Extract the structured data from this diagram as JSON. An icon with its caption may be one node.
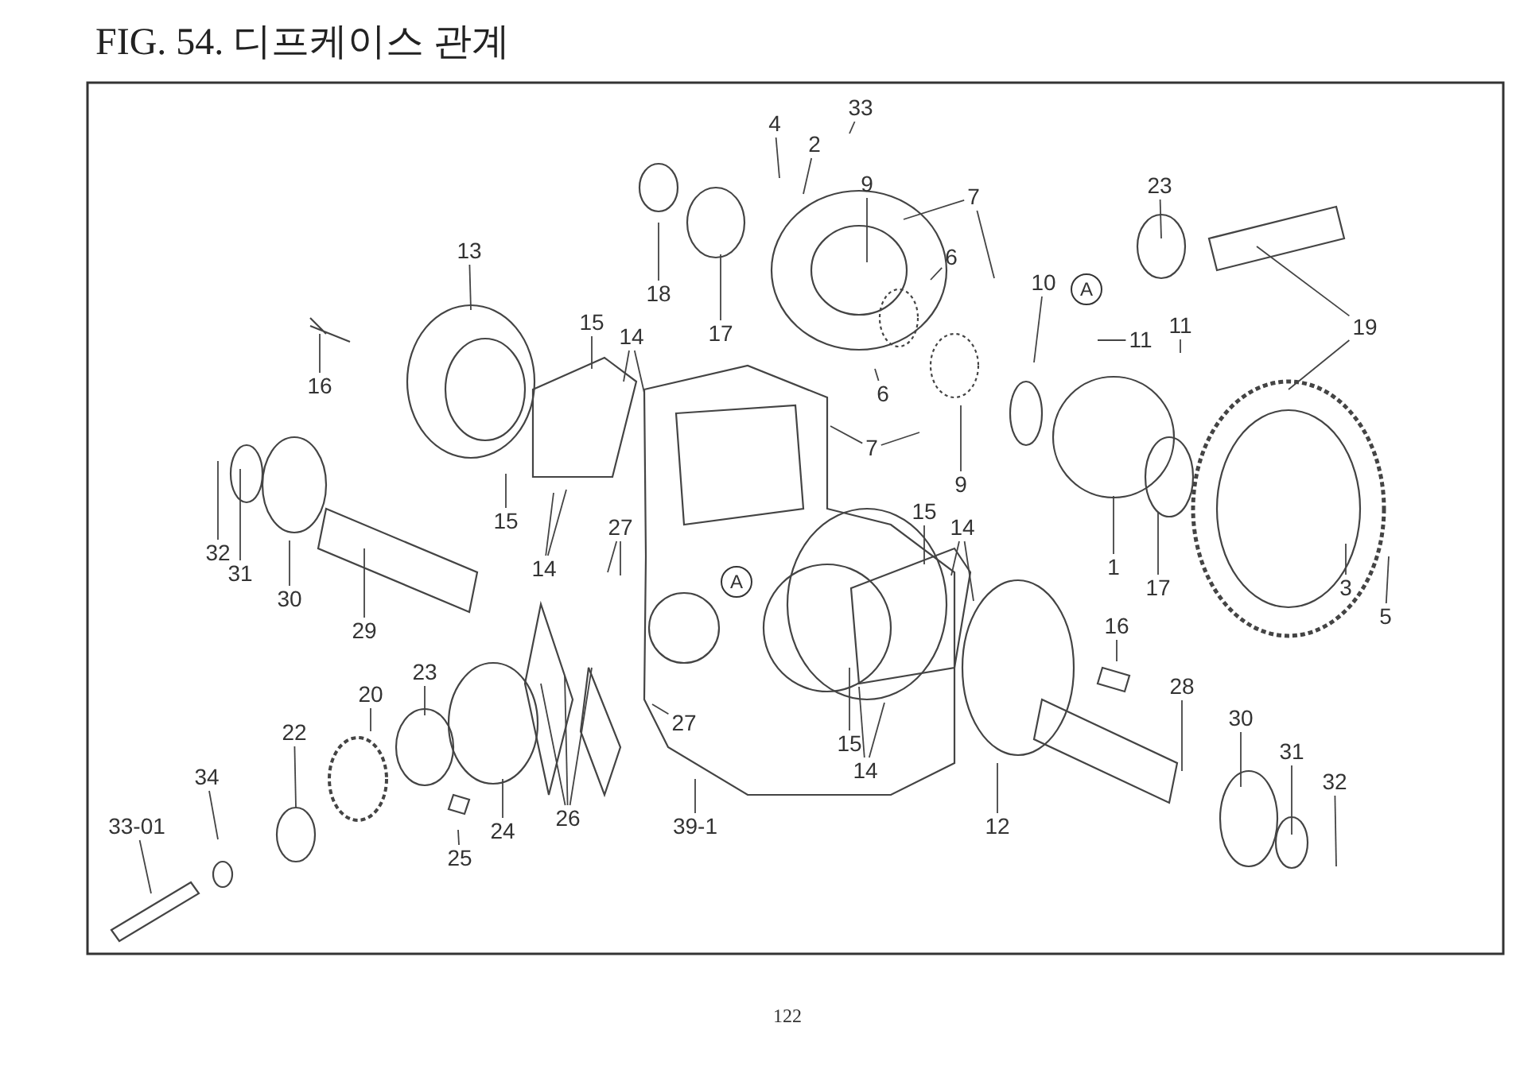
{
  "diagram": {
    "title": "FIG. 54. 디프케이스 관계",
    "nodes": [
      {
        "text": [
          "4"
        ]
      },
      {
        "text": [
          "33"
        ]
      },
      {
        "text": [
          "2"
        ]
      },
      {
        "text": [
          "9"
        ]
      },
      {
        "text": [
          "7"
        ]
      },
      {
        "text": [
          "6"
        ]
      },
      {
        "text": [
          "23"
        ]
      },
      {
        "text": [
          "18"
        ]
      },
      {
        "text": [
          "17"
        ]
      },
      {
        "text": [
          "10"
        ]
      },
      {
        "text": [
          "11"
        ]
      },
      {
        "text": [
          "11"
        ]
      },
      {
        "text": [
          "13"
        ]
      },
      {
        "text": [
          "16"
        ]
      },
      {
        "text": [
          "15"
        ]
      },
      {
        "text": [
          "14"
        ]
      },
      {
        "text": [
          "19"
        ]
      },
      {
        "text": [
          "6"
        ]
      },
      {
        "text": [
          "7"
        ]
      },
      {
        "text": [
          "9"
        ]
      },
      {
        "text": [
          "32"
        ]
      },
      {
        "text": [
          "31"
        ]
      },
      {
        "text": [
          "30"
        ]
      },
      {
        "text": [
          "29"
        ]
      },
      {
        "text": [
          "15"
        ]
      },
      {
        "text": [
          "14"
        ]
      },
      {
        "text": [
          "27"
        ]
      },
      {
        "text": [
          "1"
        ]
      },
      {
        "text": [
          "17"
        ]
      },
      {
        "text": [
          "3"
        ]
      },
      {
        "text": [
          "5"
        ]
      },
      {
        "text": [
          "15"
        ]
      },
      {
        "text": [
          "14"
        ]
      },
      {
        "text": [
          "16"
        ]
      },
      {
        "text": [
          "23"
        ]
      },
      {
        "text": [
          "20"
        ]
      },
      {
        "text": [
          "22"
        ]
      },
      {
        "text": [
          "27"
        ]
      },
      {
        "text": [
          "28"
        ]
      },
      {
        "text": [
          "30"
        ]
      },
      {
        "text": [
          "31"
        ]
      },
      {
        "text": [
          "32"
        ]
      },
      {
        "text": [
          "34"
        ]
      },
      {
        "text": [
          "33-01"
        ]
      },
      {
        "text": [
          "26"
        ]
      },
      {
        "text": [
          "39-1"
        ]
      },
      {
        "text": [
          "12"
        ]
      },
      {
        "text": [
          "25"
        ]
      },
      {
        "text": [
          "24"
        ]
      },
      {
        "text": [
          "15"
        ]
      },
      {
        "text": [
          "14"
        ]
      }
    ],
    "edges": [
      {
        "from": 0,
        "to": null,
        "arrow": "none"
      },
      {
        "from": 1,
        "to": null,
        "arrow": "none"
      },
      {
        "from": 2,
        "to": null,
        "arrow": "none"
      },
      {
        "from": 3,
        "to": null,
        "arrow": "none"
      },
      {
        "from": 4,
        "to": null,
        "arrow": "none"
      },
      {
        "from": 4,
        "to": null,
        "arrow": "none"
      },
      {
        "from": 5,
        "to": null,
        "arrow": "none"
      },
      {
        "from": 6,
        "to": null,
        "arrow": "none"
      },
      {
        "from": 7,
        "to": null,
        "arrow": "none"
      },
      {
        "from": 8,
        "to": null,
        "arrow": "none"
      },
      {
        "from": 9,
        "to": null,
        "arrow": "none"
      },
      {
        "from": 10,
        "to": null,
        "arrow": "none"
      },
      {
        "from": 11,
        "to": null,
        "arrow": "none"
      },
      {
        "from": 12,
        "to": null,
        "arrow": "none"
      },
      {
        "from": 13,
        "to": null,
        "arrow": "none"
      },
      {
        "from": 14,
        "to": null,
        "arrow": "none"
      },
      {
        "from": 15,
        "to": null,
        "arrow": "none"
      },
      {
        "from": 15,
        "to": null,
        "arrow": "none"
      },
      {
        "from": 16,
        "to": null,
        "arrow": "none"
      },
      {
        "from": 16,
        "to": null,
        "arrow": "none"
      },
      {
        "from": 17,
        "to": null,
        "arrow": "none"
      },
      {
        "from": 18,
        "to": null,
        "arrow": "none"
      },
      {
        "from": 18,
        "to": null,
        "arrow": "none"
      },
      {
        "from": 19,
        "to": null,
        "arrow": "none"
      },
      {
        "from": 20,
        "to": null,
        "arrow": "none"
      },
      {
        "from": 21,
        "to": null,
        "arrow": "none"
      },
      {
        "from": 22,
        "to": null,
        "arrow": "none"
      },
      {
        "from": 23,
        "to": null,
        "arrow": "none"
      },
      {
        "from": 24,
        "to": null,
        "arrow": "none"
      },
      {
        "from": 25,
        "to": null,
        "arrow": "none"
      },
      {
        "from": 25,
        "to": null,
        "arrow": "none"
      },
      {
        "from": 26,
        "to": null,
        "arrow": "none"
      },
      {
        "from": 26,
        "to": null,
        "arrow": "none"
      },
      {
        "from": 27,
        "to": null,
        "arrow": "none"
      },
      {
        "from": 28,
        "to": null,
        "arrow": "none"
      },
      {
        "from": 29,
        "to": null,
        "arrow": "none"
      },
      {
        "from": 30,
        "to": null,
        "arrow": "none"
      },
      {
        "from": 31,
        "to": null,
        "arrow": "none"
      },
      {
        "from": 32,
        "to": null,
        "arrow": "none"
      },
      {
        "from": 32,
        "to": null,
        "arrow": "none"
      },
      {
        "from": 33,
        "to": null,
        "arrow": "none"
      },
      {
        "from": 34,
        "to": null,
        "arrow": "none"
      },
      {
        "from": 35,
        "to": null,
        "arrow": "none"
      },
      {
        "from": 36,
        "to": null,
        "arrow": "none"
      },
      {
        "from": 37,
        "to": null,
        "arrow": "none"
      },
      {
        "from": 38,
        "to": null,
        "arrow": "none"
      },
      {
        "from": 39,
        "to": null,
        "arrow": "none"
      },
      {
        "from": 40,
        "to": null,
        "arrow": "none"
      },
      {
        "from": 41,
        "to": null,
        "arrow": "none"
      },
      {
        "from": 42,
        "to": null,
        "arrow": "none"
      },
      {
        "from": 43,
        "to": null,
        "arrow": "none"
      },
      {
        "from": 44,
        "to": null,
        "arrow": "none"
      },
      {
        "from": 44,
        "to": null,
        "arrow": "none"
      },
      {
        "from": 44,
        "to": null,
        "arrow": "none"
      },
      {
        "from": 45,
        "to": null,
        "arrow": "none"
      },
      {
        "from": 46,
        "to": null,
        "arrow": "none"
      },
      {
        "from": 47,
        "to": null,
        "arrow": "none"
      },
      {
        "from": 48,
        "to": null,
        "arrow": "none"
      },
      {
        "from": 49,
        "to": null,
        "arrow": "none"
      },
      {
        "from": 50,
        "to": null,
        "arrow": "none"
      },
      {
        "from": 50,
        "to": null,
        "arrow": "none"
      }
    ],
    "labels": [
      "A",
      "A",
      "122"
    ]
  }
}
